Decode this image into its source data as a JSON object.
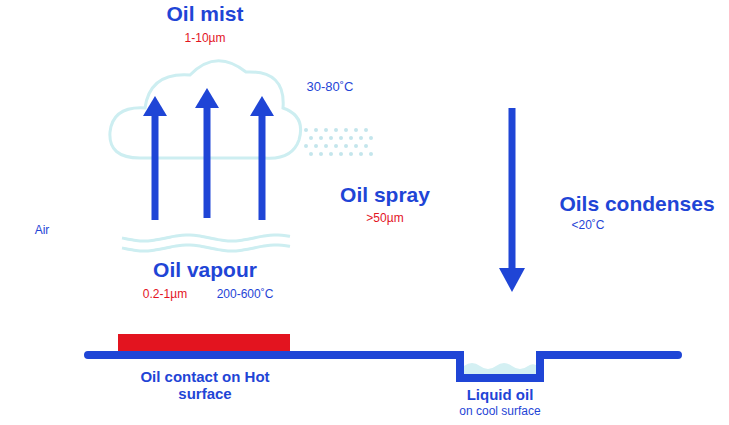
{
  "diagram": {
    "labels": [
      "Oil mist",
      "1-10µm",
      "30-80˚C",
      "Oil spray",
      ">50µm",
      "Oils condenses",
      "<20˚C",
      "Air",
      "Oil vapour",
      "0.2-1µm",
      "200-600˚C",
      "Oil contact on Hot surface",
      "Liquid oil",
      "on cool surface"
    ]
  }
}
